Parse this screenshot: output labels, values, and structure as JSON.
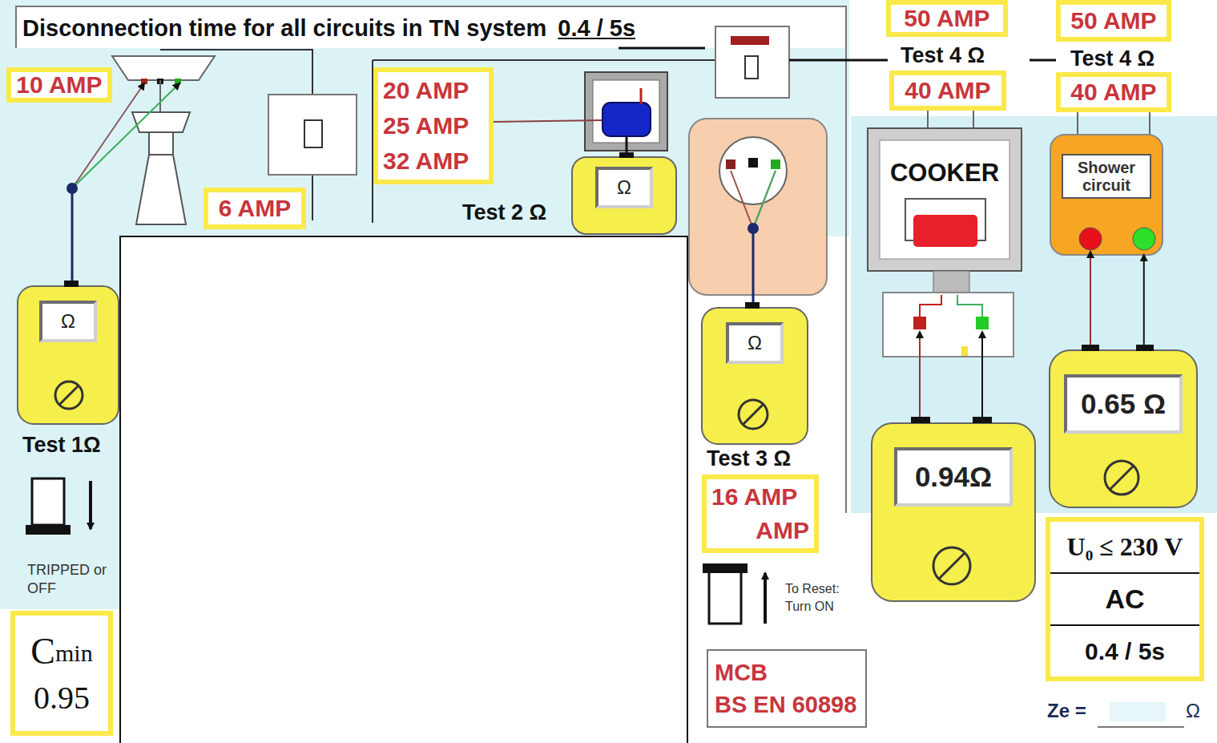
{
  "diagram": {
    "title": "Disconnection time for all circuits in TN system",
    "nodes": [
      {
        "text": [
          "Disconnection time for all circuits in TN system",
          "0.4 / 5s"
        ]
      },
      {
        "text": [
          "10 AMP"
        ]
      },
      {
        "text": [
          "6 AMP"
        ]
      },
      {
        "text": [
          "20 AMP",
          "25 AMP",
          "32 AMP"
        ]
      },
      {
        "text": [
          "Ω"
        ]
      },
      {
        "text": [
          "50 AMP"
        ]
      },
      {
        "text": [
          "50 AMP"
        ]
      },
      {
        "text": [
          "40 AMP"
        ]
      },
      {
        "text": [
          "40 AMP"
        ]
      },
      {
        "text": [
          "COOKER"
        ]
      },
      {
        "text": [
          "Shower circuit"
        ]
      },
      {
        "text": [
          "Ω"
        ]
      },
      {
        "text": [
          "Ω"
        ]
      },
      {
        "text": [
          "0.94Ω"
        ]
      },
      {
        "text": [
          "0.65 Ω"
        ]
      },
      {
        "text": [
          "16 AMP",
          "AMP"
        ]
      },
      {
        "text": [
          "C",
          "min",
          "0.95"
        ]
      },
      {
        "text": [
          "MCB",
          "BS EN 60898"
        ]
      },
      {
        "text": [
          "U₀ ≤ 230 V",
          "AC",
          "0.4 / 5s"
        ]
      }
    ],
    "edges": [
      {
        "from": 14,
        "to": 10,
        "arrow": "to"
      }
    ],
    "labels": [
      "Test 4 Ω",
      "Test 4 Ω",
      "Test 2 Ω",
      "Test 1Ω",
      "Test 3 Ω",
      "TRIPPED or OFF",
      "To Reset: Turn ON",
      "Ze =",
      "Ω"
    ]
  }
}
